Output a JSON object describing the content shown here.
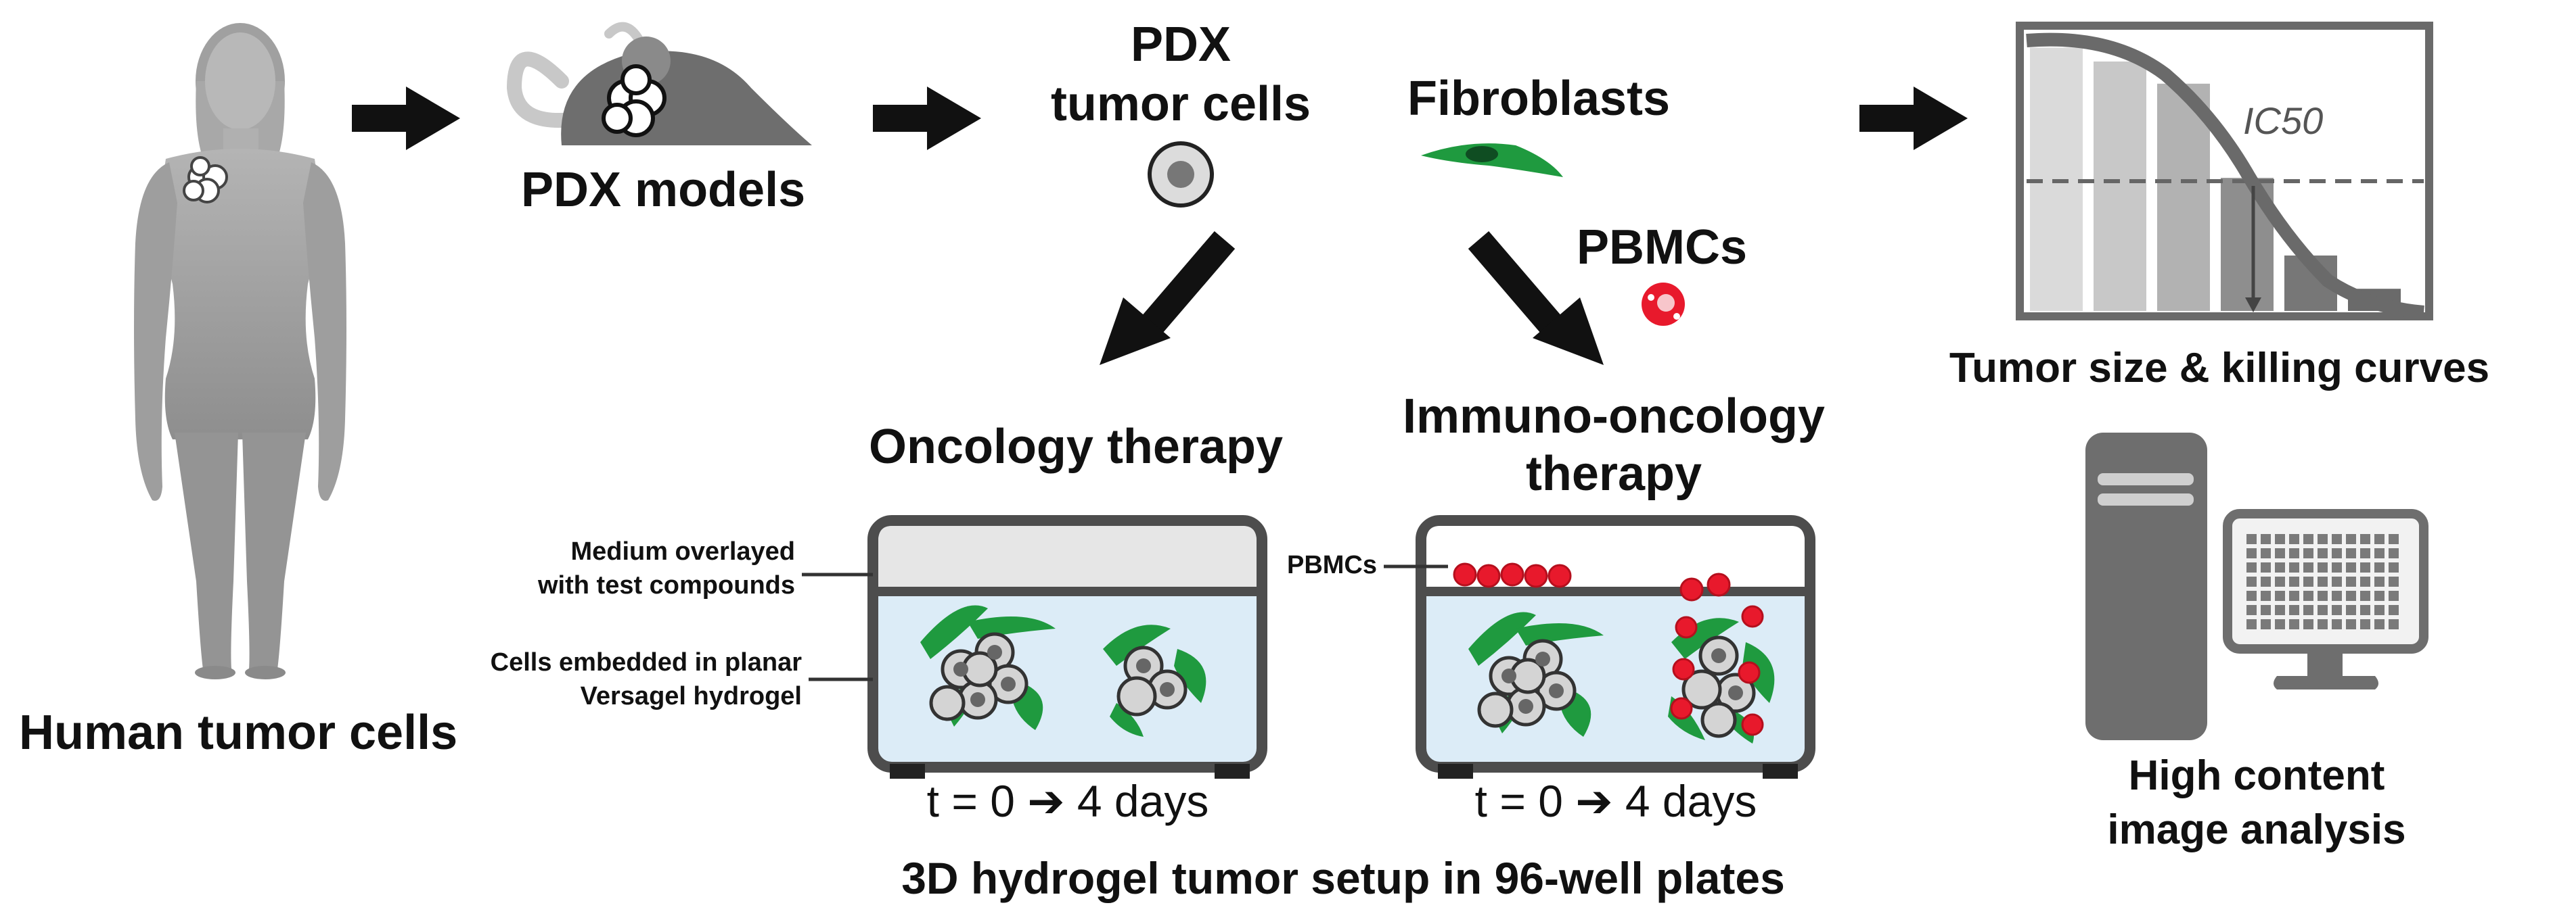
{
  "labels": {
    "human_tumor_cells": "Human tumor cells",
    "pdx_models": "PDX models",
    "pdx_tumor_cells_line1": "PDX",
    "pdx_tumor_cells_line2": "tumor cells",
    "fibroblasts": "Fibroblasts",
    "pbmcs": "PBMCs",
    "oncology_therapy": "Oncology therapy",
    "immuno_line1": "Immuno-oncology",
    "immuno_line2": "therapy",
    "medium_line1": "Medium overlayed",
    "medium_line2": "with test compounds",
    "cells_line1": "Cells embedded in planar",
    "cells_line2": "Versagel hydrogel",
    "pbmcs_small": "PBMCs",
    "timeline": "t = 0 ➔ 4 days",
    "setup_caption": "3D hydrogel tumor setup in 96-well plates",
    "curves_caption": "Tumor size & killing curves",
    "ic50": "IC50",
    "hca_line1": "High content",
    "hca_line2": "image analysis"
  },
  "chart_data": {
    "type": "bar",
    "title": "",
    "annotation": "IC50",
    "bars_relative_height": [
      0.95,
      0.9,
      0.82,
      0.48,
      0.2,
      0.08
    ],
    "has_dashed_ic50_line": true,
    "has_sigmoid_curve": true
  },
  "colors": {
    "silhouette": "#9a9a9a",
    "mouse": "#6e6e6e",
    "fibroblast": "#1f9a3f",
    "pbmc": "#e8192c",
    "hydrogel": "#dcecf7",
    "medium": "#e6e6e6",
    "well_outline": "#4d4d4d",
    "arrow": "#111111"
  }
}
